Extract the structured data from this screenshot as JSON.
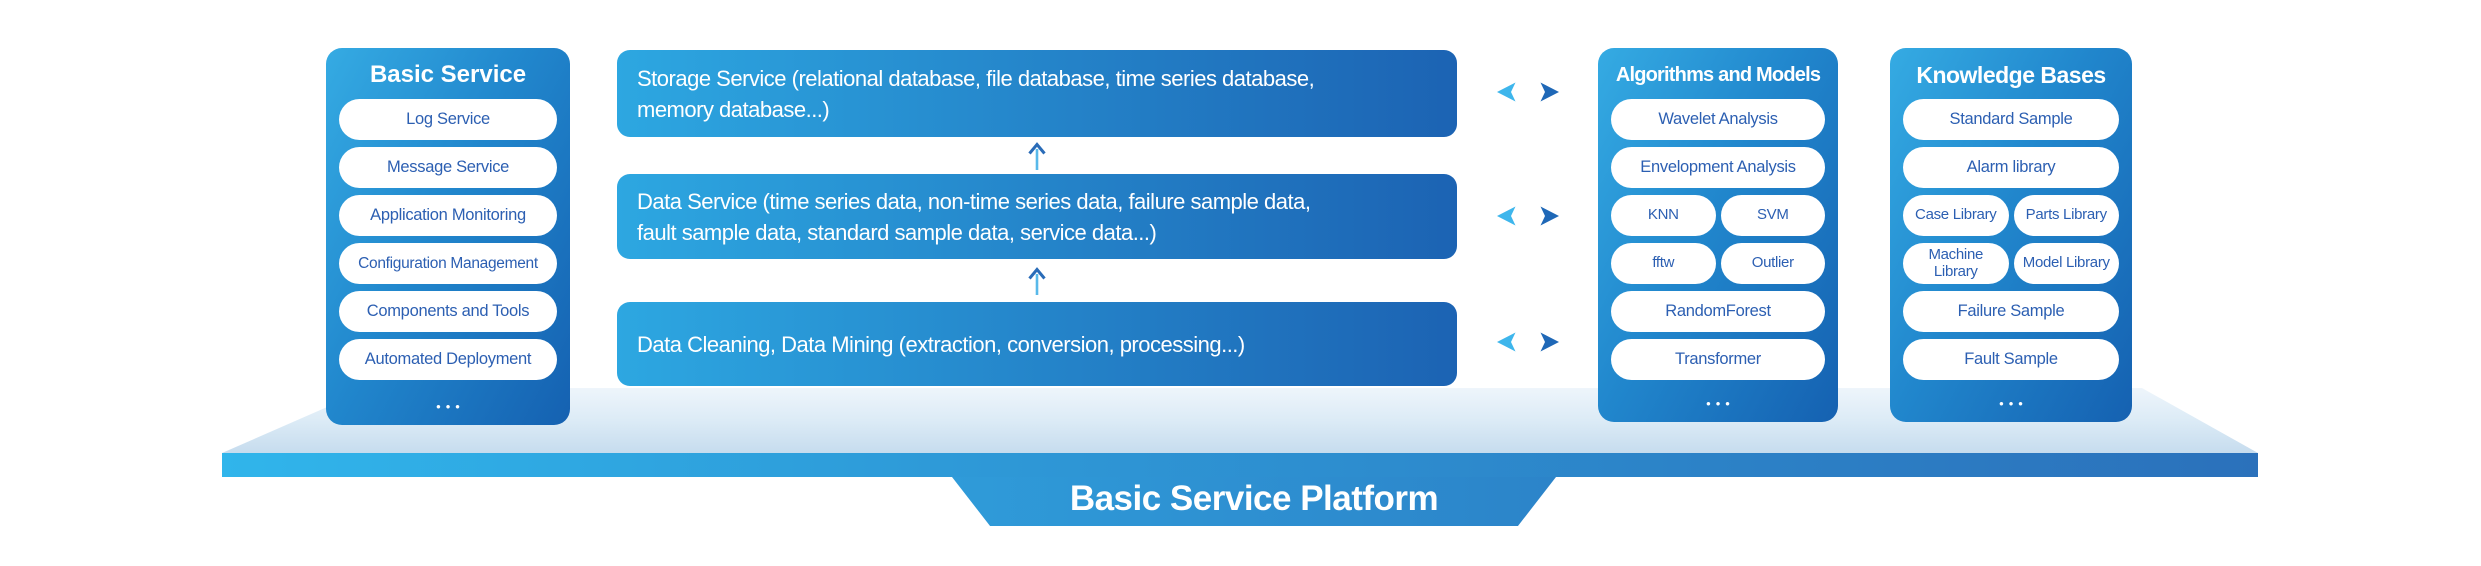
{
  "platform": {
    "label": "Basic Service Platform"
  },
  "bars": {
    "storage": {
      "lines": [
        "Storage Service (relational database, file database, time series database,",
        "memory database...)"
      ]
    },
    "data_service": {
      "lines": [
        "Data Service (time series data, non-time series data, failure sample data,",
        "fault sample data, standard sample data, service data...)"
      ]
    },
    "data_cleaning": {
      "lines": [
        "Data Cleaning, Data Mining (extraction, conversion, processing...)"
      ]
    }
  },
  "panels": {
    "basic": {
      "title": "Basic Service",
      "items": [
        "Log Service",
        "Message Service",
        "Application Monitoring",
        "Configuration Management",
        "Components and Tools",
        "Automated Deployment"
      ],
      "more": "•••"
    },
    "algorithms": {
      "title": "Algorithms and Models",
      "rows": [
        [
          "Wavelet Analysis"
        ],
        [
          "Envelopment Analysis"
        ],
        [
          "KNN",
          "SVM"
        ],
        [
          "fftw",
          "Outlier"
        ],
        [
          "RandomForest"
        ],
        [
          "Transformer"
        ]
      ],
      "more": "•••"
    },
    "knowledge": {
      "title": "Knowledge Bases",
      "rows": [
        [
          "Standard Sample"
        ],
        [
          "Alarm library"
        ],
        [
          "Case Library",
          "Parts Library"
        ],
        [
          "Machine Library",
          "Model Library"
        ],
        [
          "Failure Sample"
        ],
        [
          "Fault Sample"
        ]
      ],
      "more": "•••"
    }
  },
  "icons": {
    "up_arrow": "up-arrow-icon",
    "double_arrow": "double-arrow-icon"
  },
  "colors": {
    "panel_gradient_light": "#35abe3",
    "panel_gradient_dark": "#1561b1",
    "bar_gradient_light": "#2da7e1",
    "bar_gradient_dark": "#1c63b3",
    "pill_text": "#2c5fb2",
    "surface_light": "#eef5fb",
    "surface_dark": "#c6dcee",
    "front_bar_light": "#30b5eb",
    "front_bar_dark": "#2b71bb",
    "arrow_light": "#3eb6ec",
    "arrow_dark": "#1f68b7"
  }
}
